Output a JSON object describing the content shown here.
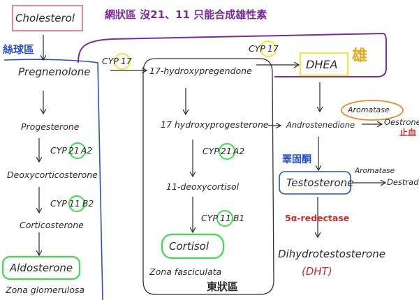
{
  "colors": {
    "ink": "#2a2a2a",
    "red": "#e26a6a",
    "blue": "#2a4fc8",
    "purple": "#7a2a9a",
    "green": "#3ddc4b",
    "yellow": "#f1e64a",
    "orange": "#ee8a2c",
    "gold": "#e8a81f",
    "redtext": "#cf2a2a"
  },
  "nodes": {
    "cholesterol": "Cholesterol",
    "pregnenolone": "Pregnenolone",
    "progesterone": "Progesterone",
    "deoxycorticosterone": "Deoxycorticosterone",
    "corticosterone": "Corticosterone",
    "aldosterone": "Aldosterone",
    "hydroxypregnenolone": "17-hydroxypregendone",
    "hydroxyprogesterone": "17 hydroxyprogesterone",
    "deoxycortisol": "11-deoxycortisol",
    "cortisol": "Cortisol",
    "dhea": "DHEA",
    "androstenedione": "Androstenedione",
    "oestrone": "Oestrone",
    "testosterone": "Testosterone",
    "oestradiol": "Destradi",
    "dihydrotestosterone": "Dihydrotestosterone",
    "dht": "(DHT)"
  },
  "enzymes": {
    "cyp21_left": {
      "pre": "CYP",
      "hl": "21",
      "post": "A2"
    },
    "cyp11_left": {
      "pre": "CYP",
      "hl": "11",
      "post": "B2"
    },
    "cyp17_top": {
      "pre": "CYP",
      "hl": "17"
    },
    "cyp17_dhea": {
      "pre": "CYP",
      "hl": "17"
    },
    "cyp21_mid": {
      "pre": "CYP",
      "hl": "21",
      "post": "A2"
    },
    "cyp11_mid": {
      "pre": "CYP",
      "hl": "11",
      "post": "B1"
    },
    "aromatase_top": "Aromatase",
    "aromatase_bottom": "Aromatase",
    "reductase": "5α-redectase"
  },
  "zones": {
    "glomerulosa_cn": "絲球區",
    "glomerulosa_en": "Zona glomerulosa",
    "fasciculata_en": "Zona fasciculata",
    "fasciculata_cn": "東狀區",
    "reticularis_note": "網狀區 沒21、11 只能合成雄性素"
  },
  "labels": {
    "male": "雄",
    "stop": "止血",
    "testis": "睪固酮"
  }
}
